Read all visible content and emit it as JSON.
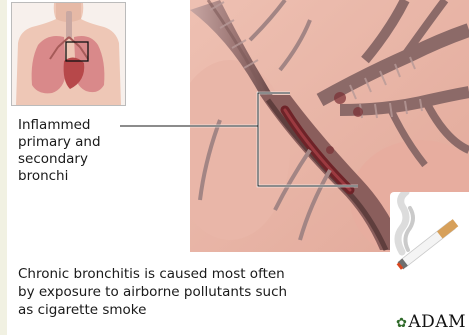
{
  "label": {
    "text": "Inflammed\nprimary and\nsecondary\nbronchi"
  },
  "caption": {
    "text": "Chronic bronchitis is caused most often\nby exposure to airborne pollutants such\nas cigarette smoke"
  },
  "logo": {
    "text": "ADAM"
  },
  "colors": {
    "tissue": "#e5b2a6",
    "airway": "#9a6f6c",
    "inflamed": "#7a2f2f",
    "callout": "#ffffff"
  }
}
